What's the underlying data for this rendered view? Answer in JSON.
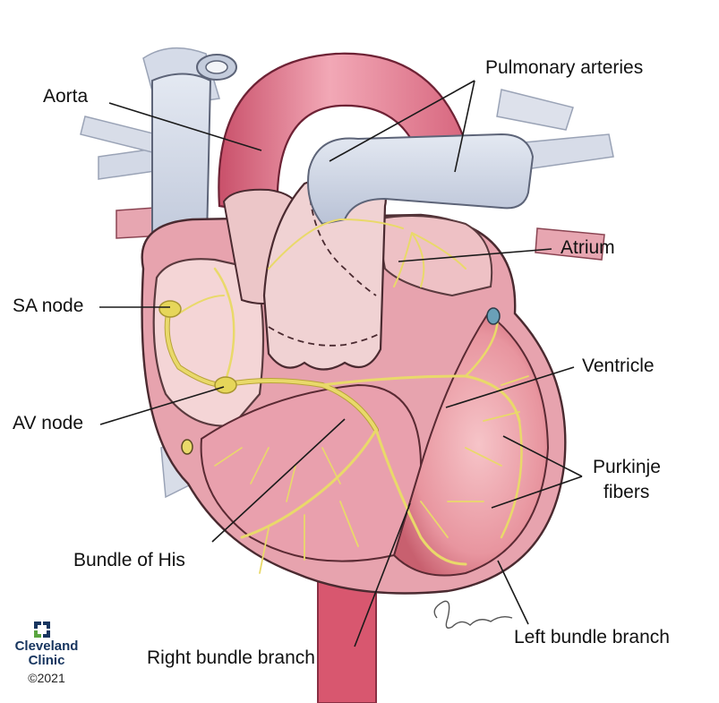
{
  "labels": {
    "aorta": "Aorta",
    "pulmonary_arteries": "Pulmonary arteries",
    "atrium": "Atrium",
    "sa_node": "SA node",
    "ventricle": "Ventricle",
    "av_node": "AV node",
    "purkinje_line1": "Purkinje",
    "purkinje_line2": "fibers",
    "bundle_of_his": "Bundle of His",
    "right_bundle_branch": "Right bundle branch",
    "left_bundle_branch": "Left bundle branch"
  },
  "branding": {
    "name_line1": "Cleveland",
    "name_line2": "Clinic",
    "copyright": "©2021",
    "artist_signature": "Pangrace"
  },
  "colors": {
    "tissue_pink": "#e9a0ad",
    "aorta_pink": "#e58496",
    "chamber_light": "#f4d5d6",
    "vessel_gray": "#cfd6e4",
    "conduction_yellow": "#efe48a",
    "outline": "#3b2a2c",
    "brand_blue": "#17355f",
    "brand_green": "#5aa540"
  }
}
